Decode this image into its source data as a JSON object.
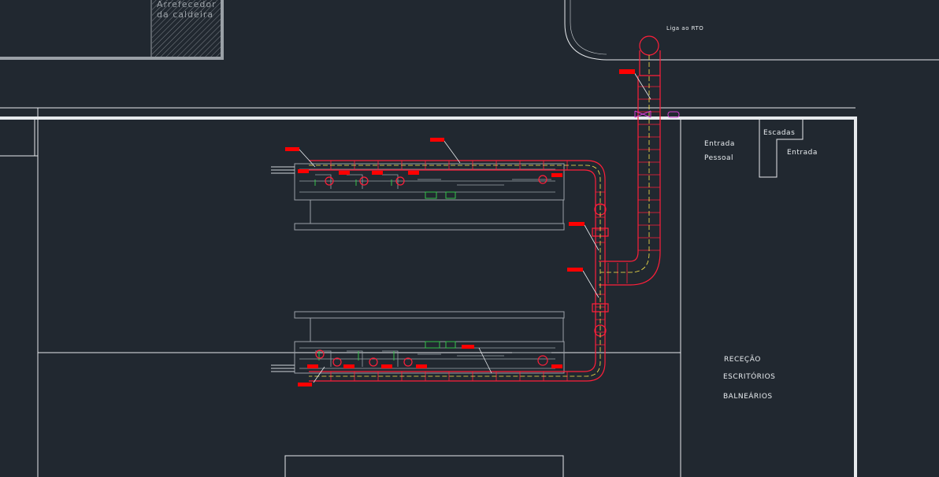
{
  "labels": {
    "boiler_cooler_line1": "Arrefecedor",
    "boiler_cooler_line2": "da caldeira",
    "rto_link": "Liga ao RTO",
    "stairs": "Escadas",
    "staff_entrance_line1": "Entrada",
    "staff_entrance_line2": "Pessoal",
    "entrance": "Entrada",
    "reception": "RECEÇÃO",
    "offices": "ESCRITÓRIOS",
    "changing_rooms": "BALNEÁRIOS"
  },
  "colors": {
    "background": "#212830",
    "wall": "#e6e9ec",
    "duct": "#ff1f3a",
    "centerline": "#ffe94a",
    "equipment": "#9aa1a8",
    "green_detail": "#35c24a",
    "damper": "#d23cd2",
    "tag": "#ff0000"
  }
}
